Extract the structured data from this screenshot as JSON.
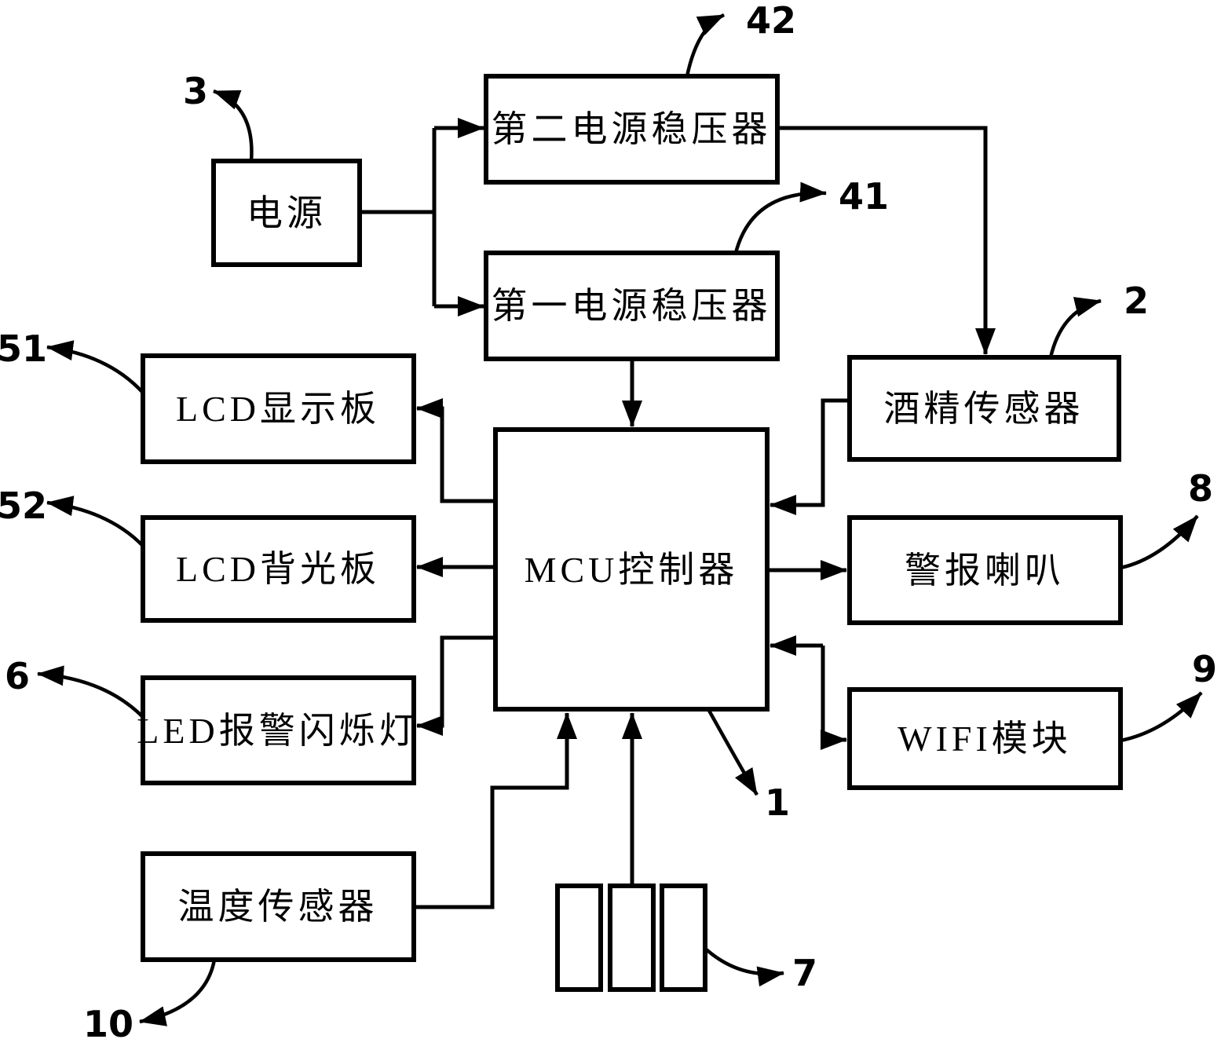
{
  "figure": {
    "background_color": "#ffffff",
    "ink_color": "#000000",
    "blocks": {
      "power": "电源",
      "regulator_second": "第二电源稳压器",
      "regulator_first": "第一电源稳压器",
      "alcohol_sensor": "酒精传感器",
      "lcd_display": "LCD显示板",
      "lcd_backlight": "LCD背光板",
      "mcu": "MCU控制器",
      "alarm_horn": "警报喇叭",
      "led_flash": "LED报警闪烁灯",
      "wifi_module": "WIFI模块",
      "temperature_sensor": "温度传感器"
    },
    "reference_numerals": {
      "power": "3",
      "regulator_second": "42",
      "regulator_first": "41",
      "alcohol_sensor": "2",
      "lcd_display": "51",
      "lcd_backlight": "52",
      "led_flash": "6",
      "alarm_horn": "8",
      "wifi_module": "9",
      "mcu": "1",
      "buttons": "7",
      "temperature_sensor": "10"
    }
  }
}
